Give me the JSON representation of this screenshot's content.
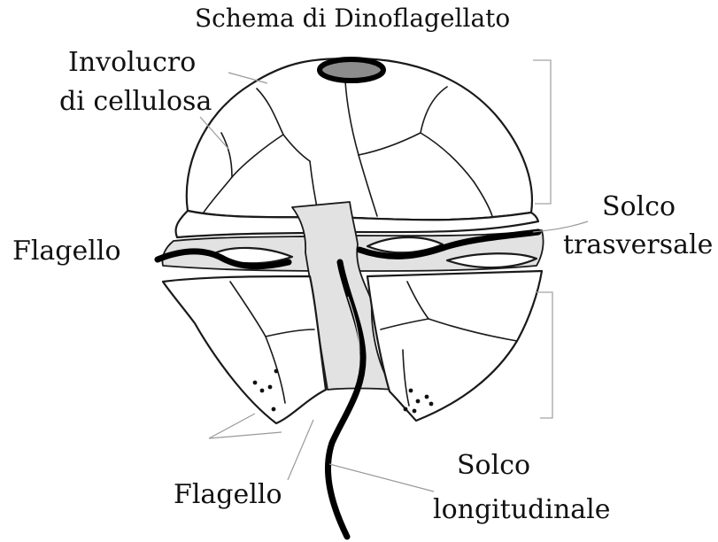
{
  "diagram": {
    "title": "Schema di Dinoflagellato",
    "labels": {
      "cellulose_wall_line1": "Involucro",
      "cellulose_wall_line2": "di cellulosa",
      "flagellum_left": "Flagello",
      "transverse_groove_line1": "Solco",
      "transverse_groove_line2": "trasversale",
      "flagellum_bottom": "Flagello",
      "longitudinal_groove_line1": "Solco",
      "longitudinal_groove_line2": "longitudinale"
    }
  },
  "colors": {
    "ink": "#111111",
    "groove_fill": "#e2e2e2",
    "apical_pore": "#8c8c8c",
    "leader": "#9a9a9a"
  }
}
